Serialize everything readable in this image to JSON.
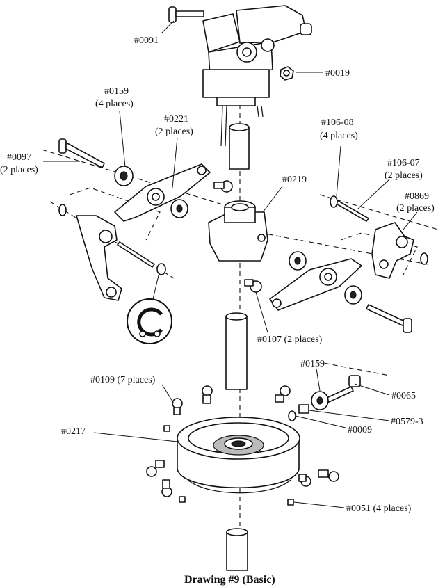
{
  "caption": "Drawing #9 (Basic)",
  "labels": {
    "p0091": "#0091",
    "p0019": "#0019",
    "p0159a": "#0159",
    "p0159a_qty": "(4 places)",
    "p0221": "#0221",
    "p0221_qty": "(2 places)",
    "p0097": "#0097",
    "p0097_qty": "(2 places)",
    "p10608": "#106-08",
    "p10608_qty": "(4 places)",
    "p10607": "#106-07",
    "p10607_qty": "(2 places)",
    "p0869": "#0869",
    "p0869_qty": "(2 places)",
    "p0219": "#0219",
    "p0107": "#0107 (2 places)",
    "p0159b": "#0159",
    "p0109": "#0109 (7 places)",
    "p0065": "#0065",
    "p05793": "#0579-3",
    "p0009": "#0009",
    "p0217": "#0217",
    "p0051": "#0051 (4 places)"
  }
}
